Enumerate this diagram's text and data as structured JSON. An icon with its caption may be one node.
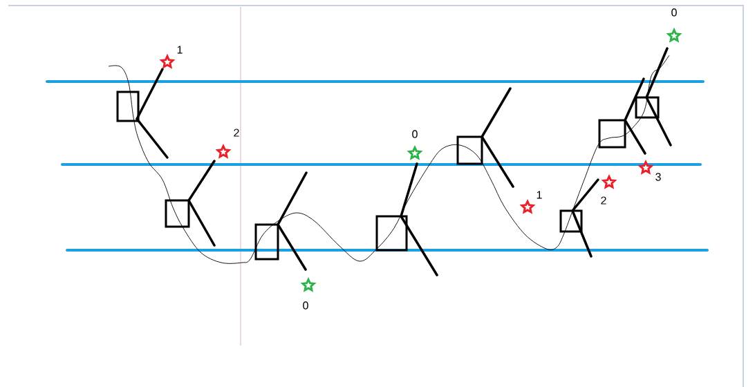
{
  "diagram": {
    "labels": [
      "0",
      "1",
      "2",
      "0",
      "3",
      "1",
      "2",
      "0"
    ]
  }
}
